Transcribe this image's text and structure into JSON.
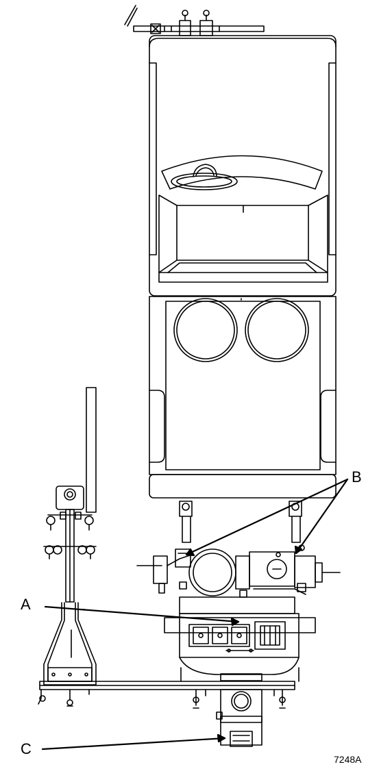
{
  "diagram": {
    "callouts": {
      "a": "A",
      "b": "B",
      "c": "C"
    },
    "figure_code": "7248A",
    "colors": {
      "line": "#000000",
      "background": "#ffffff"
    }
  }
}
